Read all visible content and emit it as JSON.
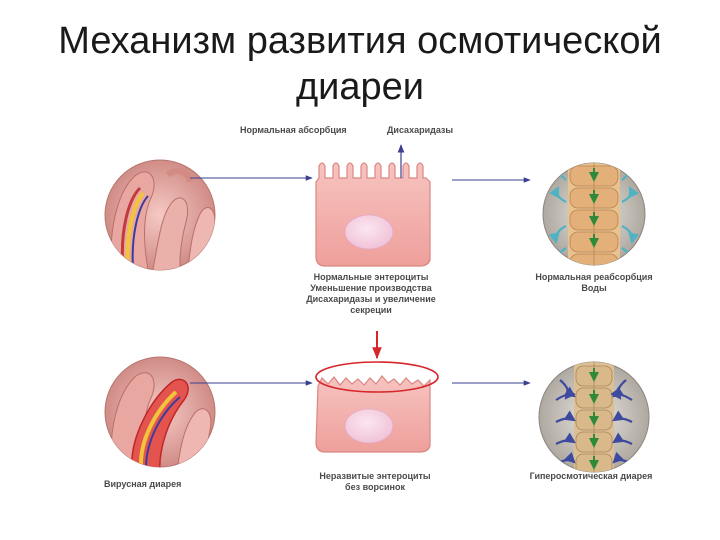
{
  "title": {
    "line1": "Механизм развития осмотической",
    "line2": "диареи"
  },
  "labels": {
    "normal_absorption": "Нормальная абсорбция",
    "disaccharidases": "Дисахаридазы",
    "normal_enterocytes_1": "Нормальные энтероциты",
    "normal_enterocytes_2": "Уменьшение производства",
    "normal_enterocytes_3": "Дисахаридазы и увеличение",
    "normal_enterocytes_4": "секреции",
    "normal_reabsorption_1": "Нормальная реабсорбция",
    "normal_reabsorption_2": "Воды",
    "viral_diarrhea": "Вирусная диарея",
    "undeveloped_1": "Неразвитые энтероциты",
    "undeveloped_2": "без ворсинок",
    "hyperosmotic": "Гиперосмотическая диарея"
  },
  "colors": {
    "cell_fill": "#f4b3b0",
    "cell_stroke": "#d98682",
    "nucleus": "#f7d3e3",
    "arrow": "#3a3f8f",
    "highlight": "#d6262b",
    "water_arrow_normal": "#4fb3c4",
    "water_arrow_hyper": "#3d4aa0",
    "green_arrow": "#2e8a3a"
  }
}
